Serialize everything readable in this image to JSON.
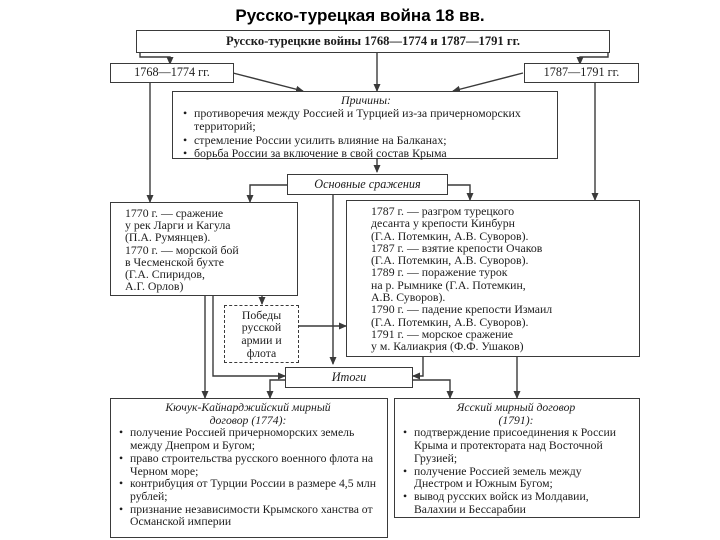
{
  "slide_title": "Русско-турецкая война 18 вв.",
  "diagram": {
    "title": "Русско-турецкие войны 1768—1774 и 1787—1791 гг.",
    "war1_label": "1768—1774 гг.",
    "war2_label": "1787—1791 гг.",
    "causes": {
      "heading": "Причины:",
      "items": [
        "противоречия между Россией и Турцией из-за причерноморских территорий;",
        "стремление России усилить влияние на Балканах;",
        "борьба России за включение в свой состав Крыма"
      ]
    },
    "battles_label": "Основные сражения",
    "battles_left": [
      "1770 г. — сражение",
      "у рек Ларги и Кагула",
      "(П.А. Румянцев).",
      "1770 г. — морской бой",
      "в Чесменской бухте",
      "(Г.А. Спиридов,",
      "А.Г. Орлов)"
    ],
    "battles_right": [
      "1787 г. — разгром турецкого",
      "десанта у крепости Кинбурн",
      "(Г.А. Потемкин, А.В. Суворов).",
      "1787 г. — взятие крепости Очаков",
      "(Г.А. Потемкин, А.В. Суворов).",
      "1789 г. — поражение турок",
      "на р. Рымнике (Г.А. Потемкин,",
      "А.В. Суворов).",
      "1790 г. — падение крепости Измаил",
      "(Г.А. Потемкин, А.В. Суворов).",
      "1791 г. — морское сражение",
      "у м. Калиакрия (Ф.Ф. Ушаков)"
    ],
    "victories_label": "Победы русской армии и флота",
    "results_label": "Итоги",
    "treaty1": {
      "heading": "Кючук-Кайнарджийский мирный договор (1774):",
      "items": [
        "получение Россией причерноморских земель между Днепром и Бугом;",
        "право строительства русского военного флота на Черном море;",
        "контрибуция от Турции России в размере 4,5 млн рублей;",
        "признание независимости Крымского ханства от Османской империи"
      ]
    },
    "treaty2": {
      "heading": "Ясский мирный договор (1791):",
      "items": [
        "подтверждение присоединения к России Крыма и протектората над Восточной Грузией;",
        "получение Россией земель между Днестром и Южным Бугом;",
        "вывод русских войск из Молдавии, Валахии и Бессарабии"
      ]
    }
  }
}
